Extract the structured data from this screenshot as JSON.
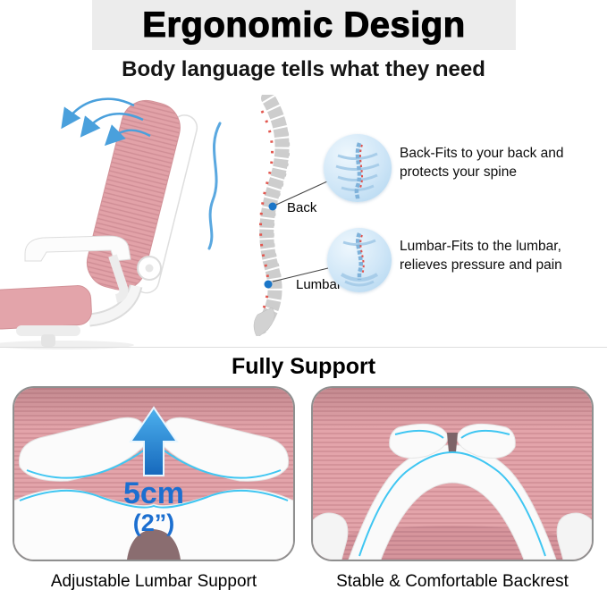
{
  "header": {
    "title": "Ergonomic Design",
    "subtitle": "Body language tells what they need"
  },
  "diagram": {
    "back_label": "Back",
    "lumbar_label": "Lumbar",
    "back_description": "Back-Fits to your back and protects your spine",
    "lumbar_description": "Lumbar-Fits to the lumbar, relieves pressure and pain"
  },
  "support": {
    "heading": "Fully Support",
    "lumbar_panel": {
      "measurement_value": "5cm",
      "measurement_unit": "(2”)",
      "caption": "Adjustable Lumbar Support"
    },
    "backrest_panel": {
      "caption": "Stable & Comfortable Backrest"
    }
  },
  "colors": {
    "accent_blue": "#1c6fd0",
    "arrow_blue": "#4aa0dc",
    "cyan_outline": "#3fc6f2",
    "chair_pink": "#e2a2a8",
    "banner_gray": "#ececec"
  }
}
